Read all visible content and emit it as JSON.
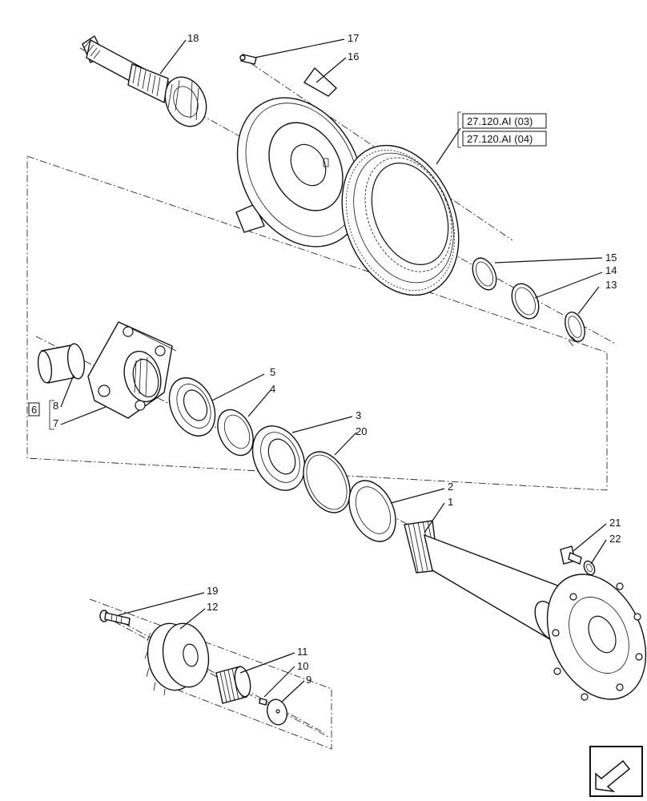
{
  "diagram": {
    "callouts": {
      "c1": "1",
      "c2": "2",
      "c3": "3",
      "c4": "4",
      "c5": "5",
      "c6": "6",
      "c7": "7",
      "c8": "8",
      "c9": "9",
      "c10": "10",
      "c11": "11",
      "c12": "12",
      "c13": "13",
      "c14": "14",
      "c15": "15",
      "c16": "16",
      "c17": "17",
      "c18": "18",
      "c19": "19",
      "c20": "20",
      "c21": "21",
      "c22": "22"
    },
    "references": {
      "ref1": "27.120.AI (03)",
      "ref2": "27.120.AI (04)"
    },
    "nav_icon": "page-arrow-icon"
  }
}
